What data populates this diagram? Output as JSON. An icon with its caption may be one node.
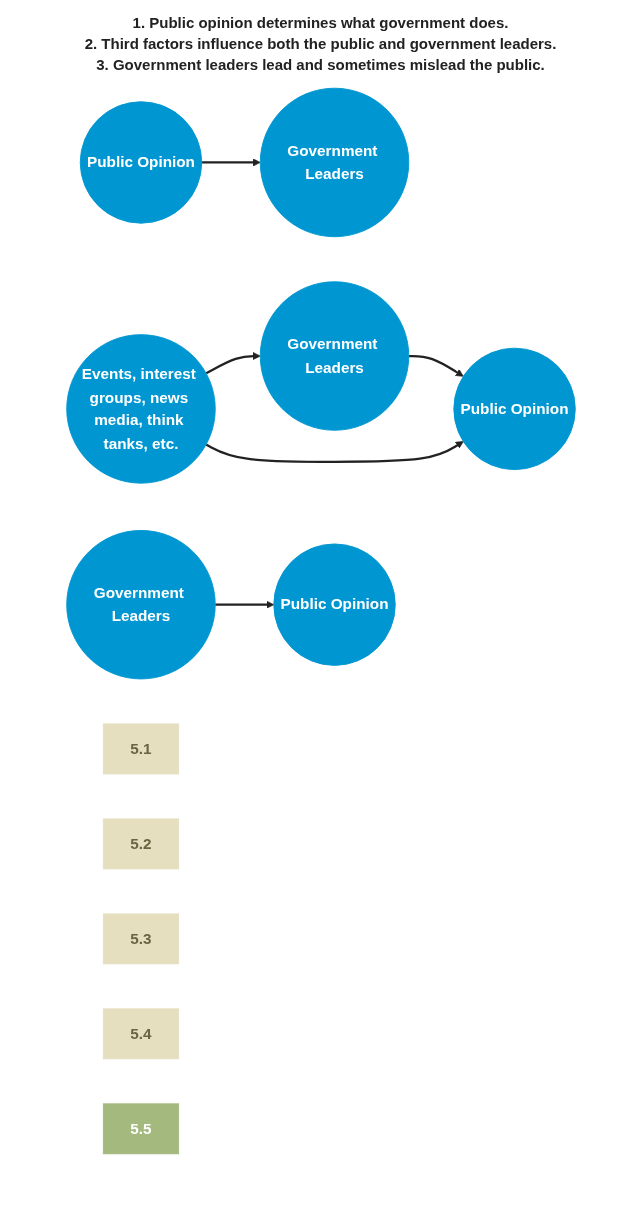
{
  "diagram": {
    "nodes": [
      {
        "text": [
          "Public Opinion"
        ]
      },
      {
        "text": [
          "Government Leaders"
        ]
      },
      {
        "text": [
          "Events, interest groups, news media, think tanks, etc."
        ]
      },
      {
        "text": [
          "Government Leaders"
        ]
      },
      {
        "text": [
          "Public Opinion"
        ]
      },
      {
        "text": [
          "Public Opinion"
        ]
      },
      {
        "text": [
          "Government Leaders"
        ]
      },
      {
        "text": [
          "5.1"
        ]
      },
      {
        "text": [
          "5.2"
        ]
      },
      {
        "text": [
          "5.3"
        ]
      },
      {
        "text": [
          "5.4"
        ]
      },
      {
        "text": [
          "5.5"
        ]
      }
    ],
    "edges": [
      {
        "from": 0,
        "to": 1,
        "arrow": "to"
      },
      {
        "from": 2,
        "to": 3,
        "arrow": "to"
      },
      {
        "from": 2,
        "to": 4,
        "arrow": "to"
      },
      {
        "from": 3,
        "to": 4,
        "arrow": "to"
      },
      {
        "from": 6,
        "to": 5,
        "arrow": "to"
      }
    ],
    "labels": [
      "1. Public opinion determines what government does.",
      "2. Third factors influence both the public and government leaders.",
      "3. Government leaders lead and sometimes mislead the public."
    ]
  }
}
